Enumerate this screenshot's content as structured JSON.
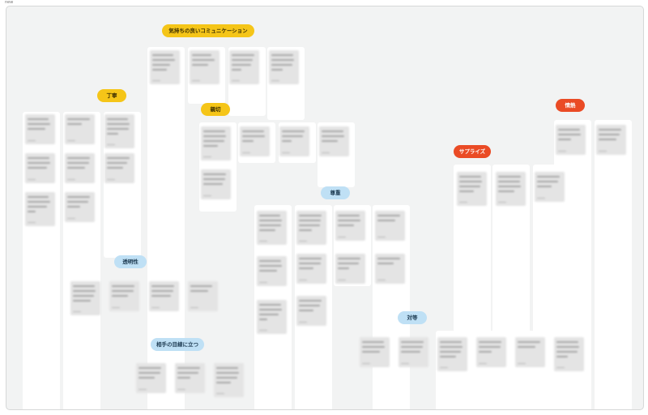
{
  "corner_text": "new",
  "colors": {
    "board": "#f2f3f3",
    "column": "#ffffff",
    "note": "#e4e4e4",
    "label_yellow": "#f5c518",
    "label_red": "#ea4b25",
    "label_blue": "#bfe0f5"
  },
  "labels": {
    "kimochi": "気持ちの良いコミュニケーション",
    "teinei": "丁寧",
    "shinsetsu": "親切",
    "sonchou": "尊重",
    "toumeisei": "透明性",
    "aite": "相手の目線に立つ",
    "taitou": "対等",
    "surprise": "サプライズ",
    "jounetsu": "情熱"
  }
}
